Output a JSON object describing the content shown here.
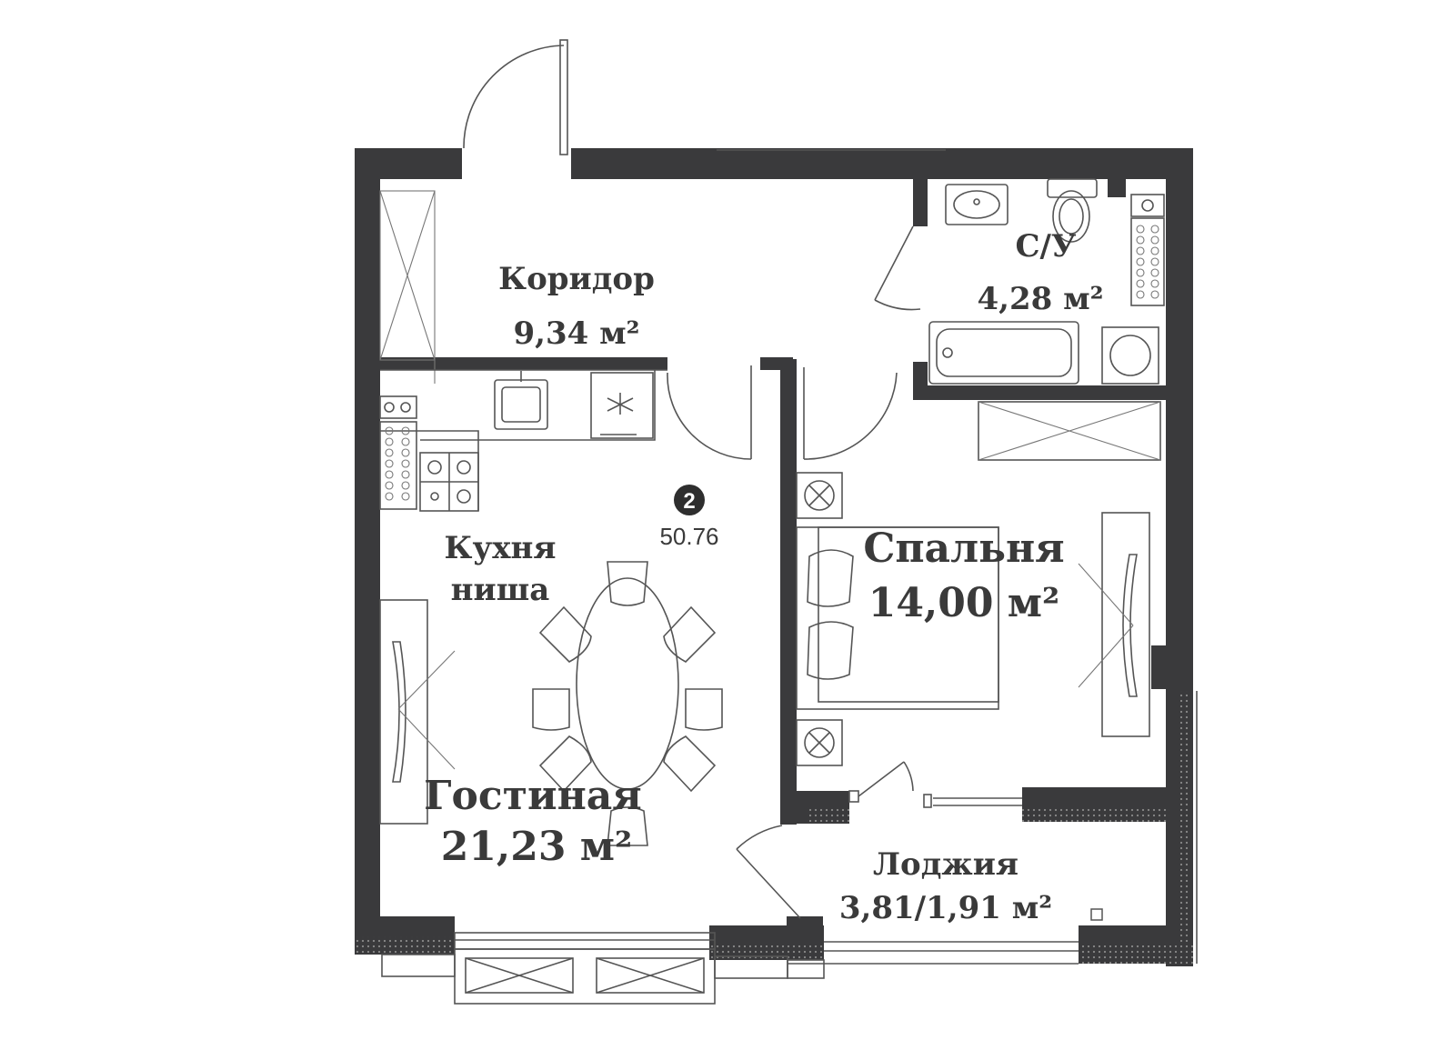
{
  "colors": {
    "wall": "#3a3a3c",
    "line": "#555555",
    "text": "#3a3a3a",
    "background": "#ffffff"
  },
  "apartment": {
    "number": "2",
    "area": "50.76"
  },
  "rooms": {
    "corridor": {
      "name": "Коридор",
      "area": "9,34 м²"
    },
    "bathroom": {
      "name": "С/У",
      "area": "4,28 м²"
    },
    "kitchen": {
      "name_line1": "Кухня",
      "name_line2": "ниша"
    },
    "bedroom": {
      "name": "Спальня",
      "area": "14,00 м²"
    },
    "living": {
      "name": "Гостиная",
      "area": "21,23 м²"
    },
    "loggia": {
      "name": "Лоджия",
      "area": "3,81/1,91 м²"
    }
  }
}
